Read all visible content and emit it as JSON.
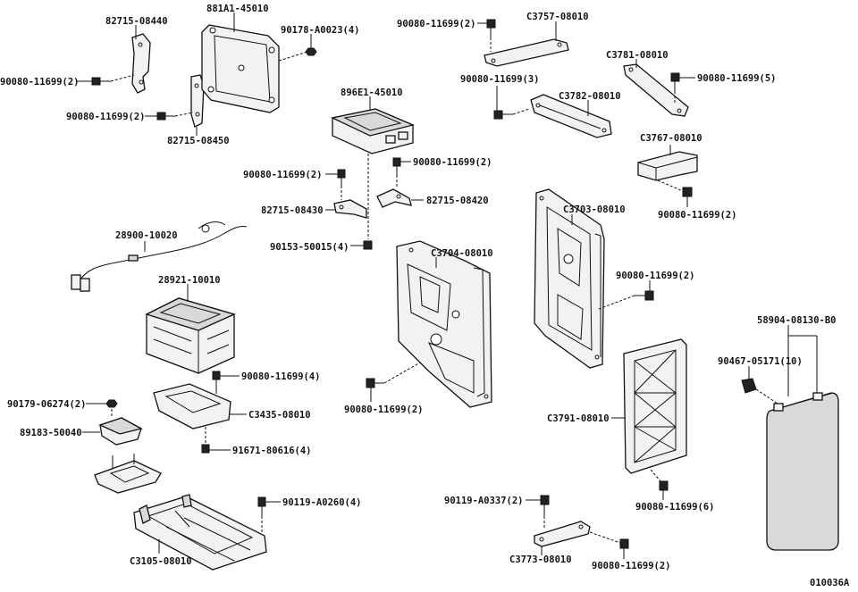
{
  "labels": {
    "l_82715_08440": "82715-08440",
    "l_881a1_45010": "881A1-45010",
    "l_90178_a0023_4": "90178-A0023(4)",
    "l_90080_11699_2_tl": "90080-11699(2)",
    "l_90080_11699_2_ml": "90080-11699(2)",
    "l_82715_08450": "82715-08450",
    "l_896e1_45010": "896E1-45010",
    "l_90080_11699_2_b1": "90080-11699(2)",
    "l_90080_11699_2_b2": "90080-11699(2)",
    "l_82715_08430": "82715-08430",
    "l_82715_08420": "82715-08420",
    "l_90153_50015_4": "90153-50015(4)",
    "l_90080_11699_2_top": "90080-11699(2)",
    "l_c3757_08010": "C3757-08010",
    "l_c3781_08010": "C3781-08010",
    "l_90080_11699_3": "90080-11699(3)",
    "l_90080_11699_5": "90080-11699(5)",
    "l_c3782_08010": "C3782-08010",
    "l_c3767_08010": "C3767-08010",
    "l_90080_11699_2_r1": "90080-11699(2)",
    "l_c3703_08010": "C3703-08010",
    "l_28900_10020": "28900-10020",
    "l_c3704_08010": "C3704-08010",
    "l_90080_11699_2_r2": "90080-11699(2)",
    "l_28921_10010": "28921-10010",
    "l_58904_08130_b0": "58904-08130-B0",
    "l_90467_05171_10": "90467-05171(10)",
    "l_90080_11699_4": "90080-11699(4)",
    "l_90179_06274_2": "90179-06274(2)",
    "l_c3435_08010": "C3435-08010",
    "l_89183_50040": "89183-50040",
    "l_91671_80616_4": "91671-80616(4)",
    "l_90080_11699_2_c": "90080-11699(2)",
    "l_c3791_08010": "C3791-08010",
    "l_90119_a0260_4": "90119-A0260(4)",
    "l_90119_a0337_2": "90119-A0337(2)",
    "l_90080_11699_6": "90080-11699(6)",
    "l_c3105_08010": "C3105-08010",
    "l_c3773_08010": "C3773-08010",
    "l_90080_11699_2_br": "90080-11699(2)",
    "l_figure_code": "010036A"
  }
}
